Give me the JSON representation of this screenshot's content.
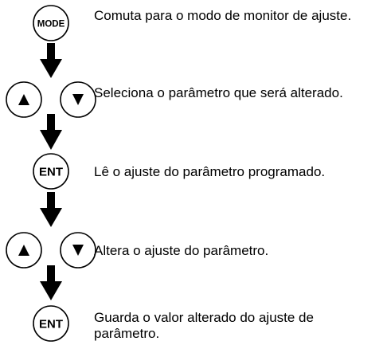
{
  "steps": [
    {
      "keys": [
        "MODE"
      ],
      "description": "Comuta para o modo de monitor de ajuste."
    },
    {
      "keys": [
        "up-arrow",
        "down-arrow"
      ],
      "description": "Seleciona o parâmetro que será alterado."
    },
    {
      "keys": [
        "ENT"
      ],
      "description": "Lê o ajuste do parâmetro programado."
    },
    {
      "keys": [
        "up-arrow",
        "down-arrow"
      ],
      "description": "Altera o ajuste do parâmetro."
    },
    {
      "keys": [
        "ENT"
      ],
      "description": "Guarda o valor alterado do ajuste de parâmetro."
    }
  ],
  "keys": {
    "mode": "MODE",
    "enter": "ENT"
  }
}
